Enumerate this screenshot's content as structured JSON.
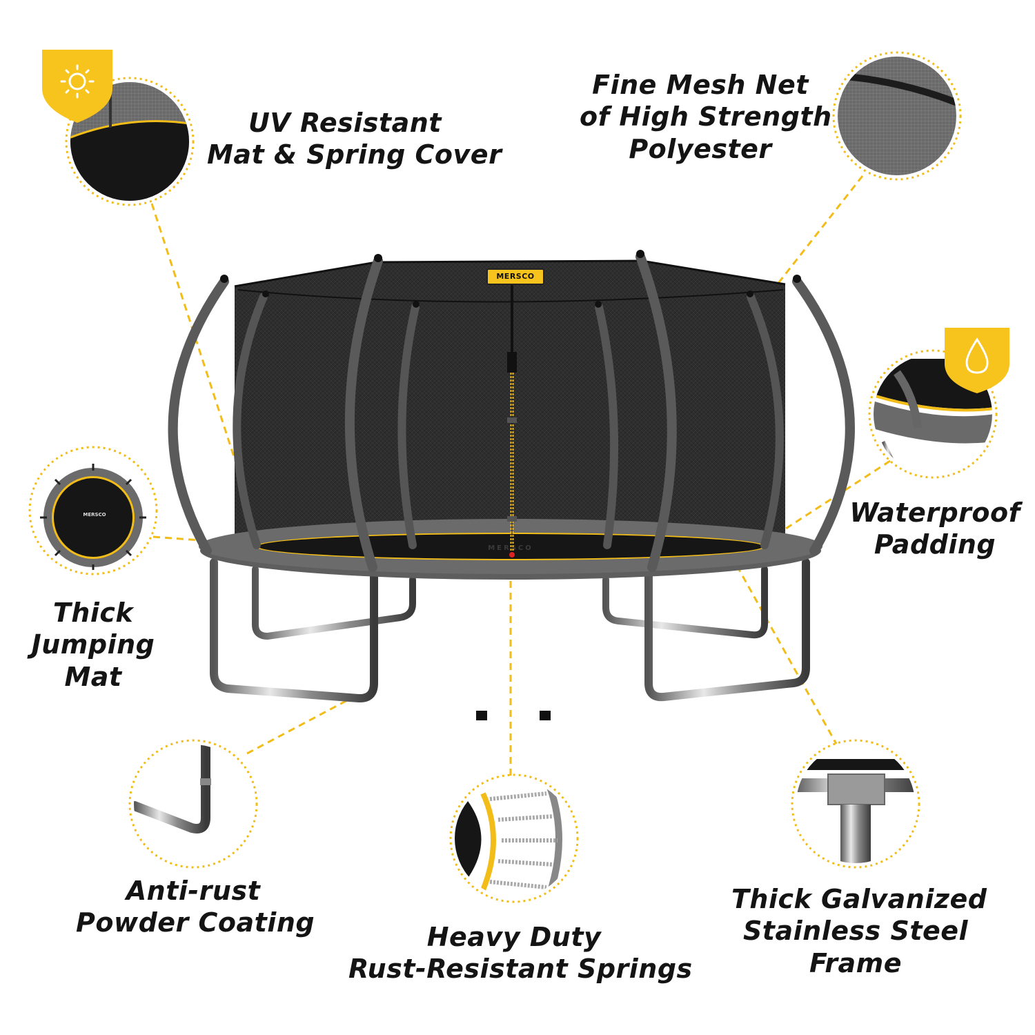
{
  "brand": "MERSCO",
  "colors": {
    "accent": "#f7c31d",
    "frame": "#5b5b5b",
    "mat": "#1a1a1a",
    "text": "#141414"
  },
  "badges": [
    {
      "name": "sun-shield-icon",
      "meaning": "UV Resistant"
    },
    {
      "name": "water-drop-shield-icon",
      "meaning": "Waterproof"
    }
  ],
  "features": {
    "uv": [
      "UV Resistant",
      "Mat & Spring Cover"
    ],
    "mesh": [
      "Fine Mesh Net",
      "of High Strength",
      "Polyester"
    ],
    "padding": [
      "Waterproof",
      "Padding"
    ],
    "mat": [
      "Thick",
      "Jumping",
      "Mat"
    ],
    "coating": [
      "Anti-rust",
      "Powder Coating"
    ],
    "springs": [
      "Heavy Duty",
      "Rust-Resistant Springs"
    ],
    "frame": [
      "Thick Galvanized",
      "Stainless Steel",
      "Frame"
    ]
  }
}
